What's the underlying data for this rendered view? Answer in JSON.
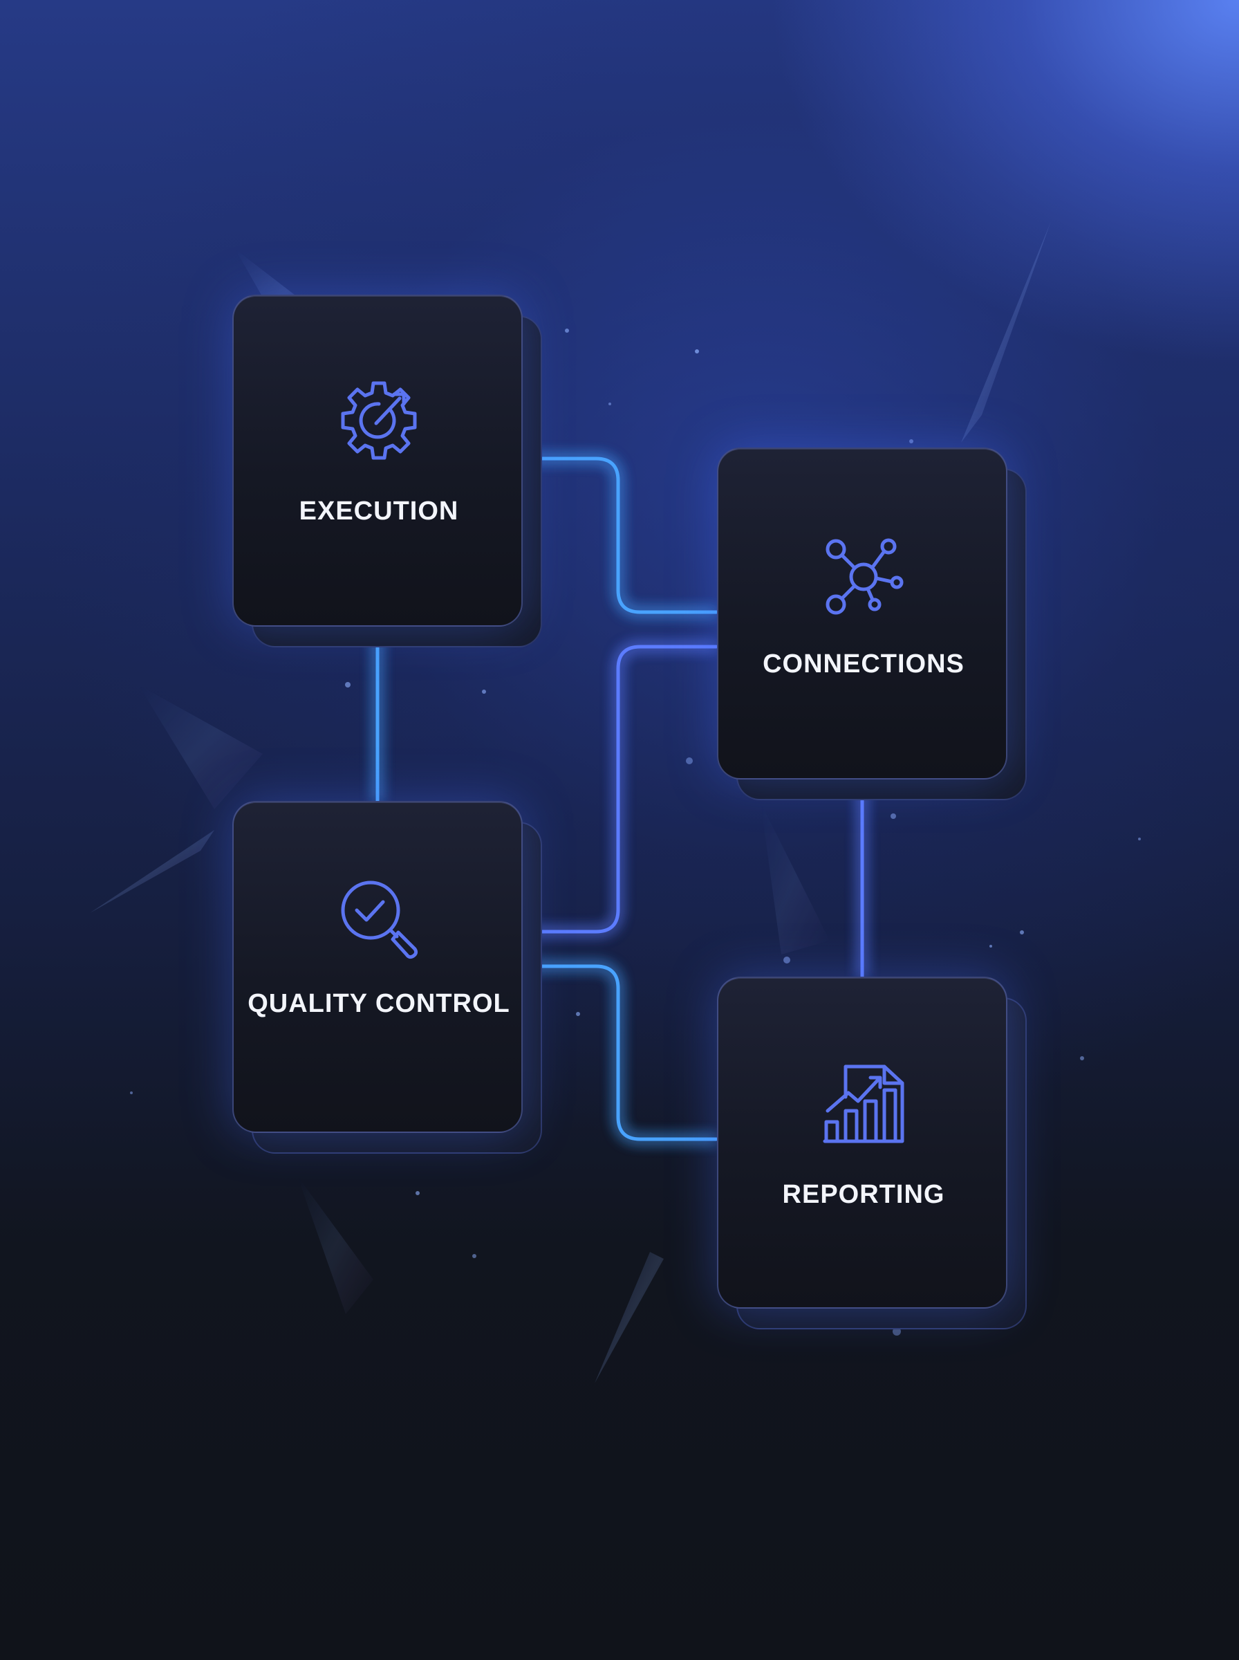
{
  "diagram": {
    "nodes": [
      {
        "id": "execution",
        "label": "EXECUTION",
        "icon": "gear-icon"
      },
      {
        "id": "connections",
        "label": "CONNECTIONS",
        "icon": "network-icon"
      },
      {
        "id": "quality_control",
        "label": "QUALITY CONTROL",
        "icon": "magnifier-check-icon"
      },
      {
        "id": "reporting",
        "label": "REPORTING",
        "icon": "chart-report-icon"
      }
    ],
    "edges": [
      {
        "from": "execution",
        "to": "connections"
      },
      {
        "from": "execution",
        "to": "quality_control"
      },
      {
        "from": "quality_control",
        "to": "connections"
      },
      {
        "from": "quality_control",
        "to": "reporting"
      },
      {
        "from": "connections",
        "to": "reporting"
      }
    ],
    "colors": {
      "connector": "#4aa3ff",
      "connector_alt": "#5b7cff",
      "icon": "#5b74f0",
      "label": "#f3f5fb"
    }
  }
}
